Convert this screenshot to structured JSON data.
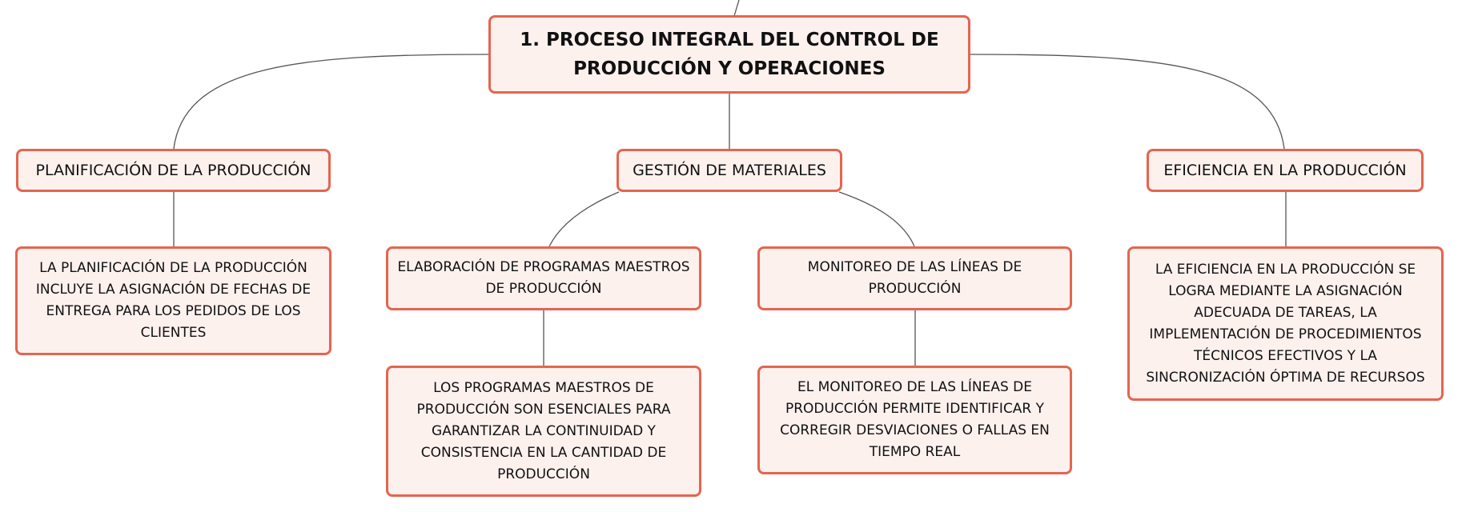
{
  "colors": {
    "node_fill": "#fdf1ee",
    "node_border": "#e4654f",
    "connector": "#555555",
    "text": "#111111"
  },
  "root": {
    "label": "1. PROCESO INTEGRAL DEL CONTROL DE PRODUCCIÓN Y OPERACIONES"
  },
  "branches": [
    {
      "label": "PLANIFICACIÓN DE LA PRODUCCIÓN",
      "detail": "LA PLANIFICACIÓN DE LA PRODUCCIÓN INCLUYE LA ASIGNACIÓN DE FECHAS DE ENTREGA PARA LOS PEDIDOS DE LOS CLIENTES"
    },
    {
      "label": "GESTIÓN DE MATERIALES",
      "children": [
        {
          "label": "ELABORACIÓN DE PROGRAMAS MAESTROS DE PRODUCCIÓN",
          "detail": "LOS PROGRAMAS MAESTROS DE PRODUCCIÓN SON ESENCIALES PARA GARANTIZAR LA CONTINUIDAD Y CONSISTENCIA EN LA CANTIDAD DE PRODUCCIÓN"
        },
        {
          "label": "MONITOREO DE LAS LÍNEAS DE PRODUCCIÓN",
          "detail": "EL MONITOREO DE LAS LÍNEAS DE PRODUCCIÓN PERMITE IDENTIFICAR Y CORREGIR DESVIACIONES O FALLAS EN TIEMPO REAL"
        }
      ]
    },
    {
      "label": "EFICIENCIA EN LA PRODUCCIÓN",
      "detail": "LA EFICIENCIA EN LA PRODUCCIÓN SE LOGRA MEDIANTE LA ASIGNACIÓN ADECUADA DE TAREAS, LA IMPLEMENTACIÓN DE PROCEDIMIENTOS TÉCNICOS EFECTIVOS Y LA SINCRONIZACIÓN ÓPTIMA DE RECURSOS"
    }
  ]
}
